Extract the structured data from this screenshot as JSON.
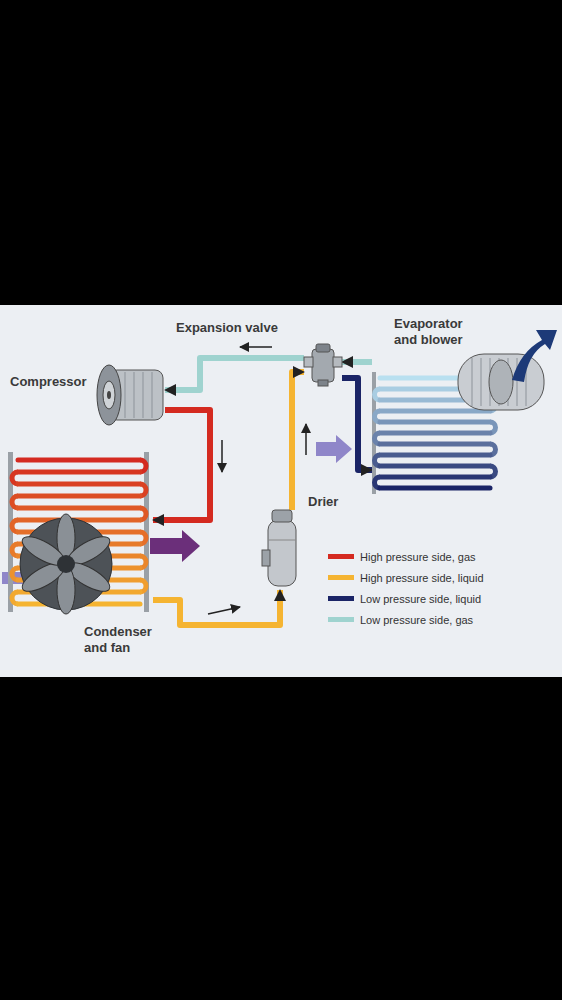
{
  "diagram": {
    "nodes": [
      {
        "text": [
          "Expansion valve"
        ]
      },
      {
        "text": [
          "Evaporator and blower"
        ]
      },
      {
        "text": [
          "Compressor"
        ]
      },
      {
        "text": [
          "Drier"
        ]
      },
      {
        "text": [
          "Condenser and fan"
        ]
      }
    ],
    "edges": [
      {
        "from": 2,
        "to": 4,
        "arrow": "to"
      },
      {
        "from": 4,
        "to": 3,
        "arrow": "to"
      },
      {
        "from": 3,
        "to": 0,
        "arrow": "to"
      },
      {
        "from": 0,
        "to": 1,
        "arrow": "to"
      },
      {
        "from": 1,
        "to": 0,
        "arrow": "to"
      },
      {
        "from": 0,
        "to": 2,
        "arrow": "to"
      }
    ],
    "legend": [
      {
        "text": "High pressure side, gas",
        "color": "#d42a20"
      },
      {
        "text": "High pressure side, liquid",
        "color": "#f5b431"
      },
      {
        "text": "Low pressure side, liquid",
        "color": "#1a2466"
      },
      {
        "text": "Low pressure side, gas",
        "color": "#9fd3cf"
      }
    ]
  }
}
